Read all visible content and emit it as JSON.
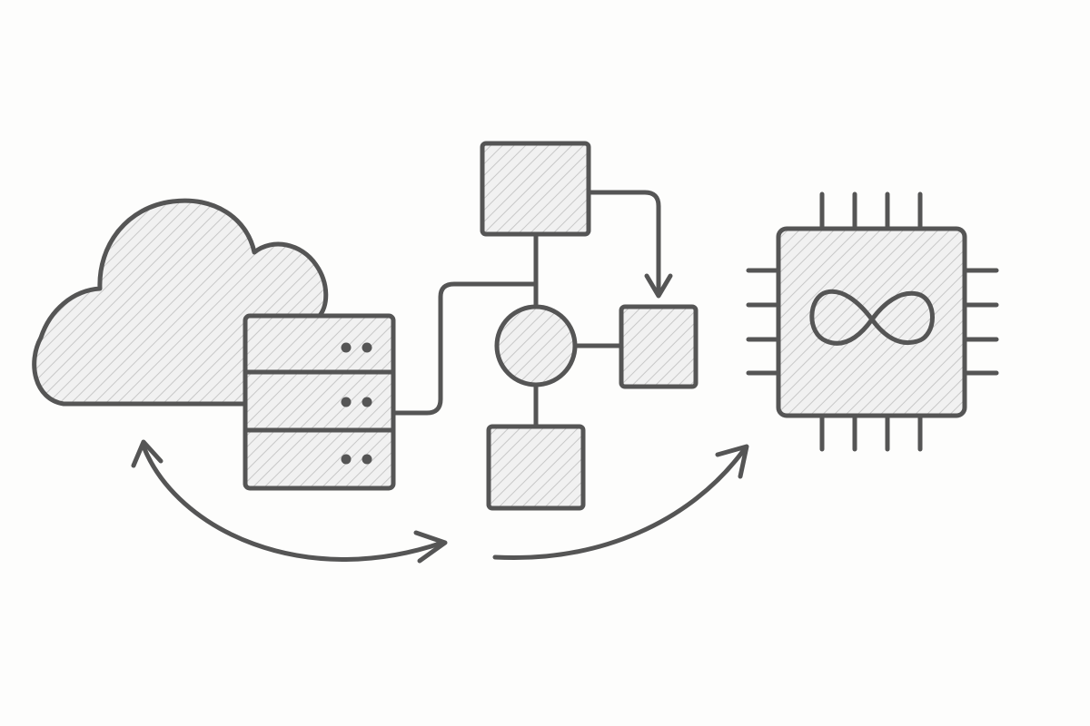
{
  "diagram": {
    "style": "pencil-sketch",
    "colors": {
      "background": "#fdfdfc",
      "stroke": "#555555",
      "fill": "#f1f1f1",
      "hatch": "#c8c8c8"
    },
    "nodes": [
      {
        "id": "cloud",
        "icon": "cloud-icon"
      },
      {
        "id": "server",
        "icon": "server-rack-icon",
        "units": 3
      },
      {
        "id": "flow-top-box",
        "icon": "box"
      },
      {
        "id": "flow-hub",
        "icon": "circle"
      },
      {
        "id": "flow-right-box",
        "icon": "box"
      },
      {
        "id": "flow-bottom-box",
        "icon": "box"
      },
      {
        "id": "chip",
        "icon": "cpu-chip-icon",
        "symbol": "infinity-icon"
      }
    ],
    "edges": [
      {
        "from": "server",
        "to": "flow-hub",
        "kind": "line"
      },
      {
        "from": "flow-top-box",
        "to": "flow-hub",
        "kind": "line"
      },
      {
        "from": "flow-hub",
        "to": "flow-bottom-box",
        "kind": "line"
      },
      {
        "from": "flow-hub",
        "to": "flow-right-box",
        "kind": "line"
      },
      {
        "from": "flow-top-box",
        "to": "flow-right-box",
        "kind": "arrow"
      },
      {
        "from": "cloud",
        "to": "flow-bottom-box",
        "kind": "curved-double-arrow"
      },
      {
        "from": "flow-bottom-box",
        "to": "chip",
        "kind": "curved-arrow"
      }
    ]
  }
}
